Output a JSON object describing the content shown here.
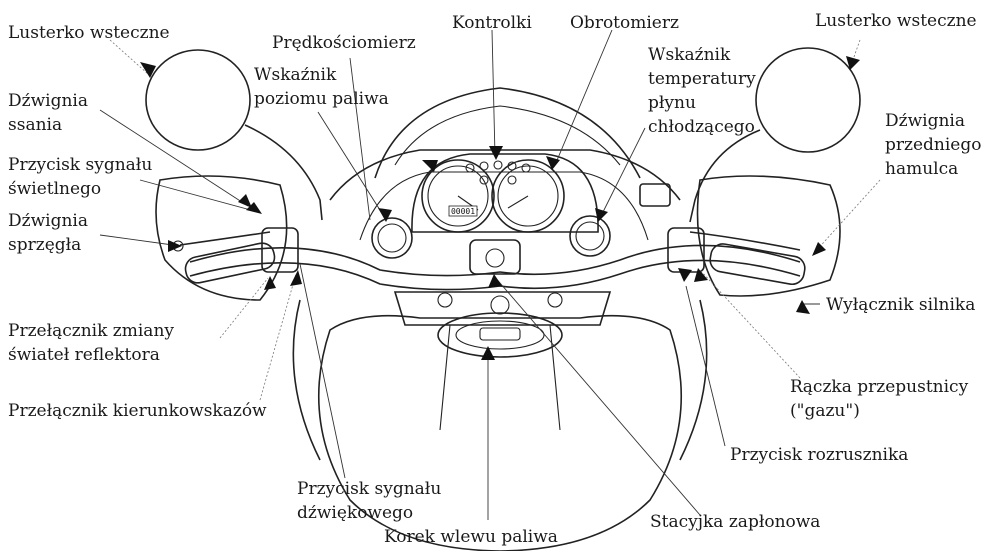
{
  "labels": {
    "mirror_left": "Lusterko wsteczne",
    "mirror_right": "Lusterko wsteczne",
    "speedometer": "Prędkościomierz",
    "indicators": "Kontrolki",
    "tachometer": "Obrotomierz",
    "fuel_gauge": [
      "Wskaźnik",
      "poziomu paliwa"
    ],
    "temp_gauge": [
      "Wskaźnik",
      "temperatury",
      "płynu",
      "chłodzącego"
    ],
    "choke_lever": [
      "Dźwignia",
      "ssania"
    ],
    "front_brake_lever": [
      "Dźwignia",
      "przedniego",
      "hamulca"
    ],
    "passing_button": [
      "Przycisk sygnału",
      "świetlnego"
    ],
    "clutch_lever": [
      "Dźwignia",
      "sprzęgła"
    ],
    "engine_stop_switch": "Wyłącznik silnika",
    "dimmer_switch": [
      "Przełącznik zmiany",
      "świateł reflektora"
    ],
    "throttle_grip": [
      "Rączka przepustnicy",
      "(\"gazu\")"
    ],
    "turn_signal_switch": "Przełącznik kierunkowskazów",
    "starter_button": "Przycisk rozrusznika",
    "horn_button": [
      "Przycisk sygnału",
      "dźwiękowego"
    ],
    "ignition_switch": "Stacyjka zapłonowa",
    "fuel_cap": "Korek wlewu paliwa"
  },
  "odometer": "00001"
}
